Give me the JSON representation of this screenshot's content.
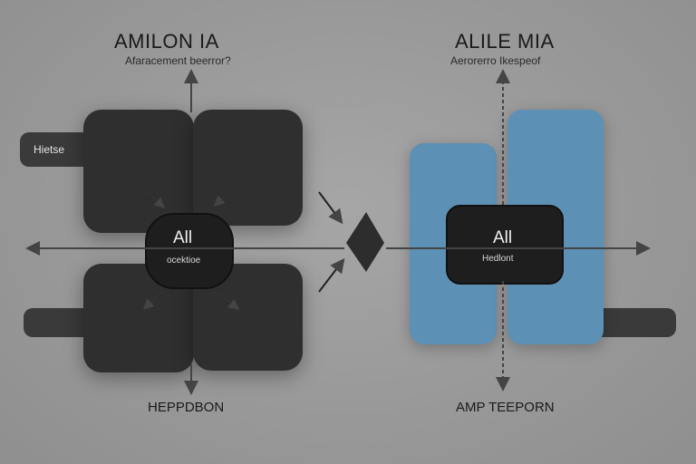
{
  "left_module": {
    "title": "AMILON IA",
    "subtitle": "Afaracement beerror?",
    "side_tab_label": "Hietse",
    "hub_title": "All",
    "hub_subtitle": "ocektioe",
    "footer": "HEPPDBON"
  },
  "right_module": {
    "title": "ALILE MIA",
    "subtitle": "Aerorerro Ikespeof",
    "hub_title": "All",
    "hub_subtitle": "Hedlont",
    "footer": "AMP TEEPORN"
  },
  "colors": {
    "background": "#9a9a9a",
    "dark_block": "#2f2f2f",
    "blue_block": "#5d90b5",
    "arrow": "#444444"
  }
}
